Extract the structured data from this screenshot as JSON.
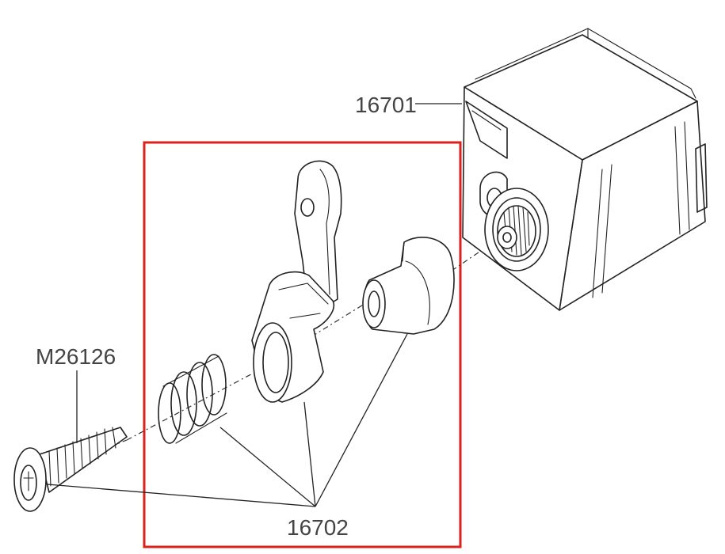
{
  "diagram": {
    "highlight_color": "#d9221c",
    "parts": [
      {
        "id": "servo",
        "label": "16701",
        "icon": "servo-motor"
      },
      {
        "id": "screw",
        "label": "M26126",
        "icon": "screw"
      },
      {
        "id": "saver",
        "label": "16702",
        "icon": "servo-saver-assembly"
      }
    ]
  }
}
